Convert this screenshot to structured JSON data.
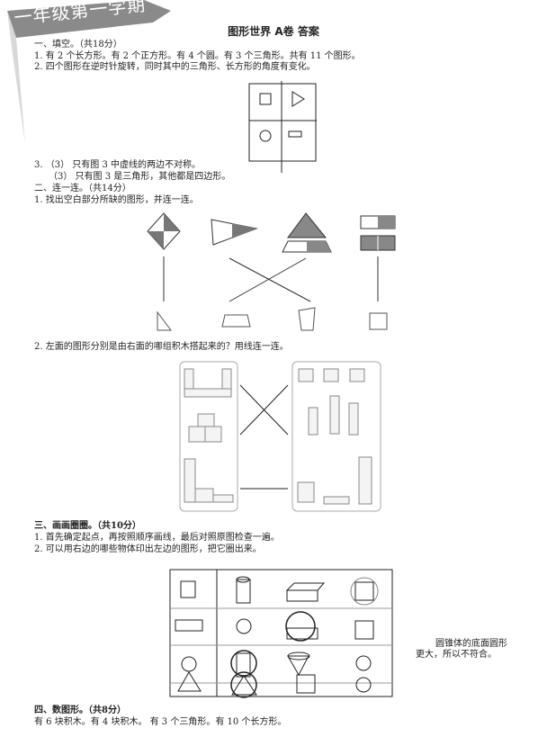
{
  "banner": "一年级第一学期",
  "title": "图形世界  A卷  答案",
  "s1": {
    "heading": "一、填空。（共18分）",
    "q1": "1. 有 2 个长方形。有 2 个正方形。有 4 个圆。有 3 个三角形。共有 11 个图形。",
    "q2": "2. 四个图形在逆时针旋转，同时其中的三角形、长方形的角度有变化。",
    "q3a": "3. （3） 只有图 3 中虚线的两边不对称。",
    "q3b": "（3） 只有图 3 是三角形，其他都是四边形。"
  },
  "s2": {
    "heading": "二、连一连。（共14分）",
    "q1": "1. 找出空白部分所缺的图形，并连一连。",
    "q2": "2. 左面的图形分别是由右面的哪组积木搭起来的？用线连一连。"
  },
  "s3": {
    "heading": "三、画画圈圈。（共10分）",
    "q1": "1. 首先确定起点，再按照顺序画线，最后对照原图检查一遍。",
    "q2": "2. 可以用右边的哪些物体印出左边的图形，把它圈出来。",
    "note1": "圆锥体的底面圆形",
    "note2": "更大，所以不符合。"
  },
  "s4": {
    "heading": "四、数图形。（共8分）",
    "answer": "有 6 块积木。有 4 块积木。 有 3 个三角形。有 10 个长方形。"
  }
}
